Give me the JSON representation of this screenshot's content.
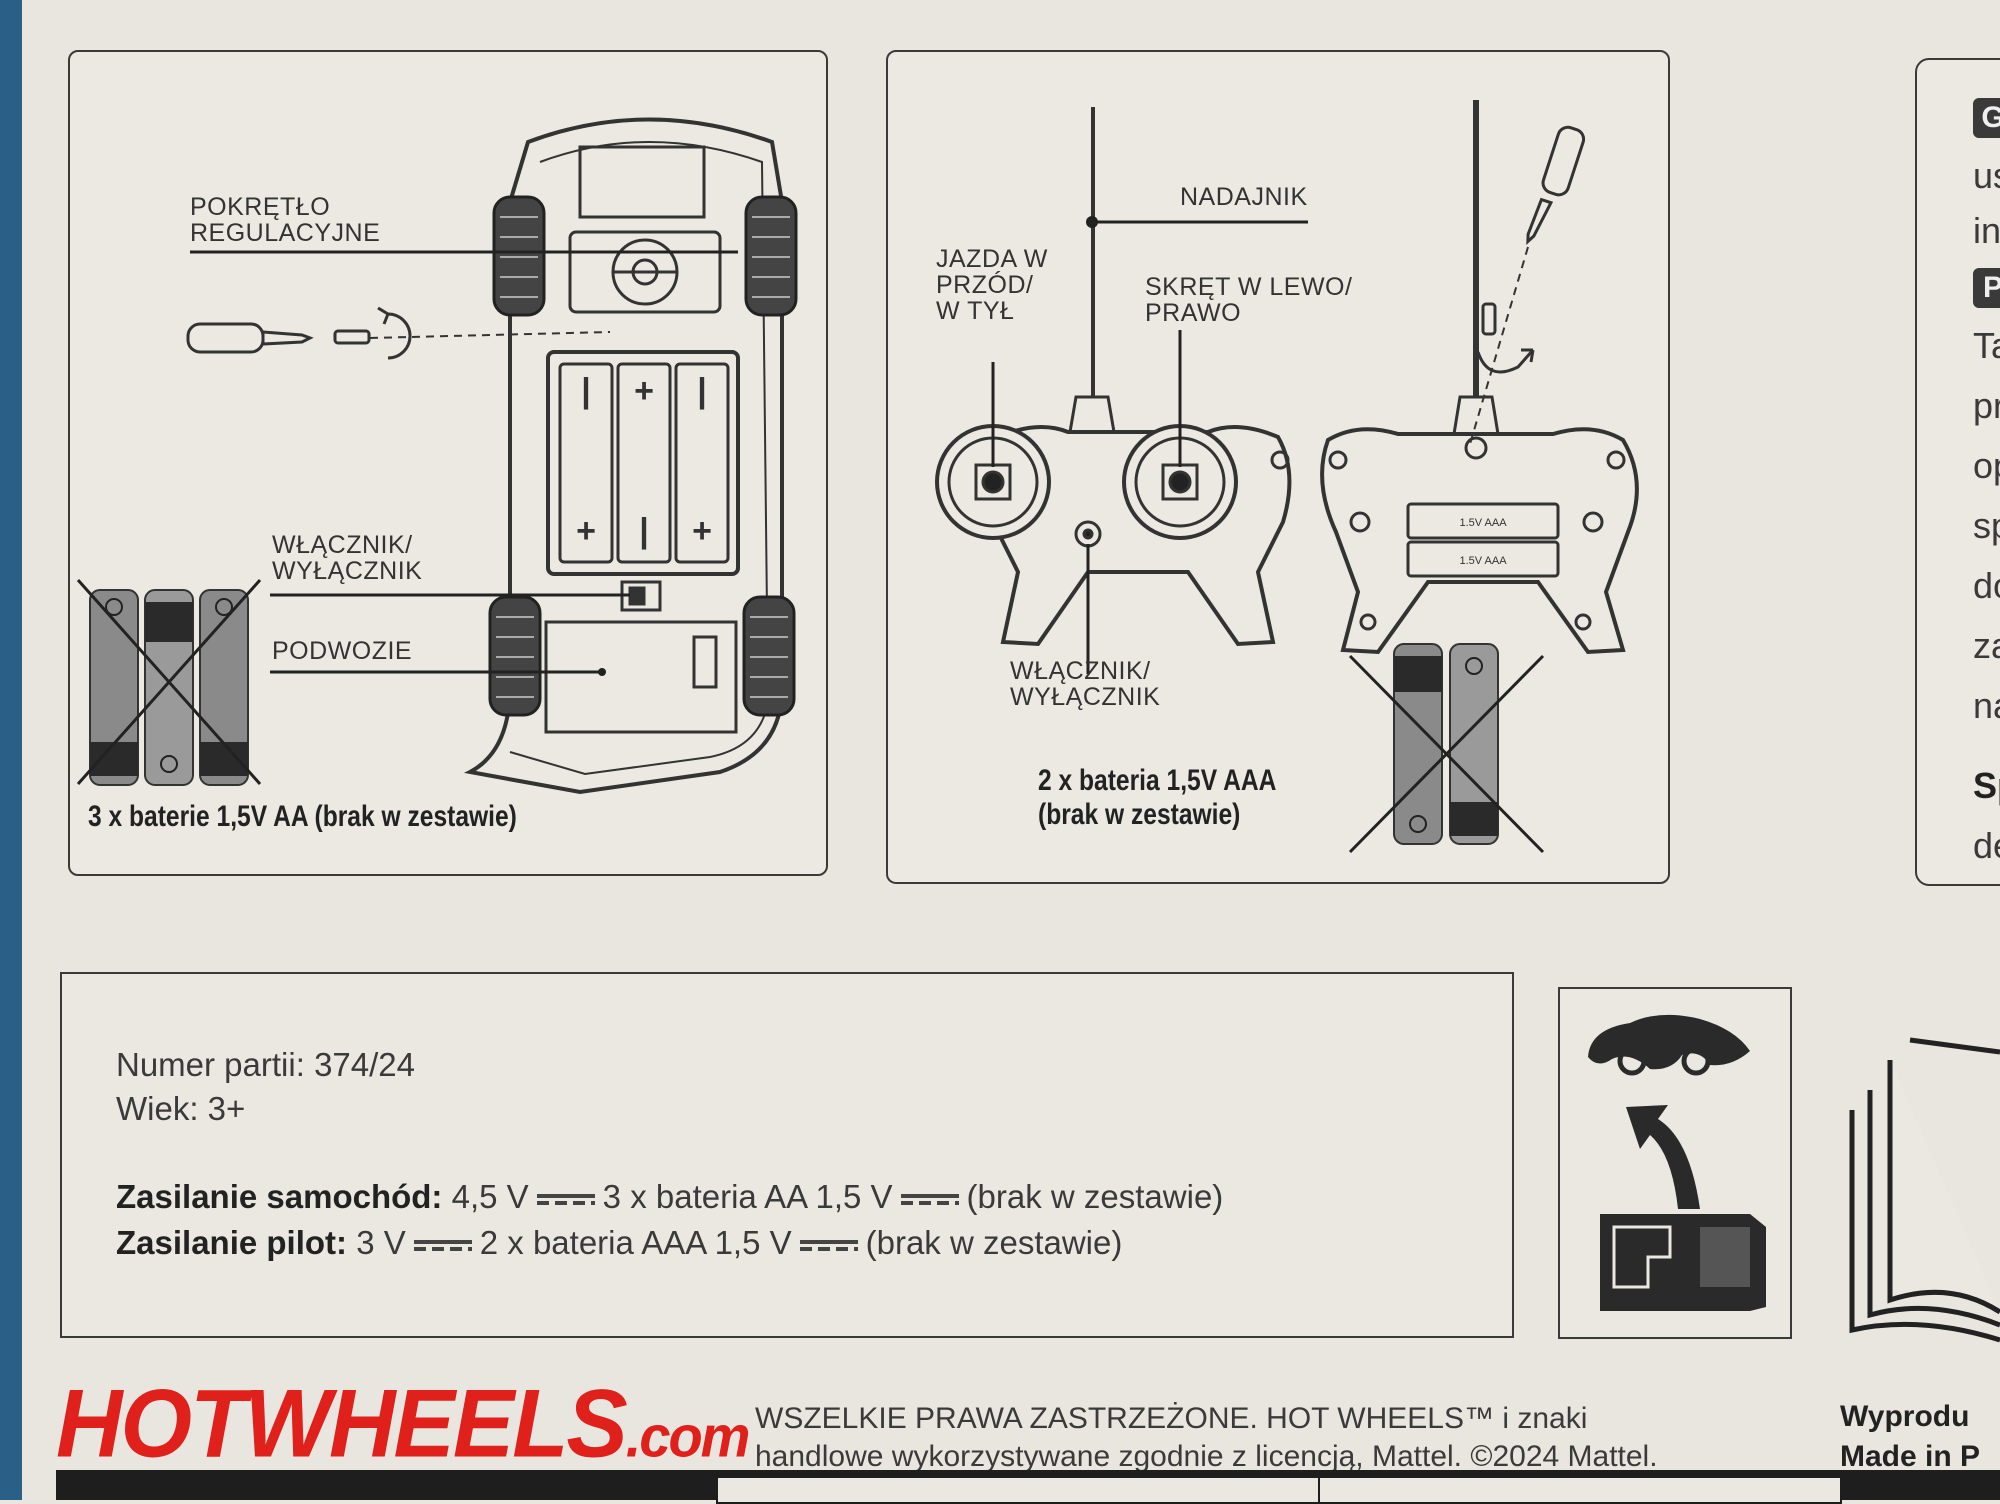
{
  "car_panel": {
    "label_knob": "POKRĘTŁO\nREGULACYJNE",
    "label_switch": "WŁĄCZNIK/\nWYŁĄCZNIK",
    "label_chassis": "PODWOZIE",
    "battery_caption": "3 x baterie 1,5V AA (brak w zestawie)"
  },
  "remote_panel": {
    "label_transmitter": "NADAJNIK",
    "label_forward": "JAZDA W\nPRZÓD/\nW TYŁ",
    "label_turn": "SKRĘT W LEWO/\nPRAWO",
    "label_switch": "WŁĄCZNIK/\nWYŁĄCZNIK",
    "battery_label": "1.5V AAA",
    "battery_caption": "2 x bateria 1,5V AAA\n(brak w zestawie)"
  },
  "right_panel": {
    "badge1": "G",
    "line1": "us",
    "line2": "in",
    "badge2": "P",
    "line3": "Ta",
    "line4": "pr",
    "line5": "op",
    "line6": "sp",
    "line7": "do",
    "line8": "za",
    "line9": "na",
    "line10": "Sp",
    "line11": "de"
  },
  "info": {
    "batch_label": "Numer partii: ",
    "batch_value": "374/24",
    "age_label": "Wiek: ",
    "age_value": "3+",
    "car_power_label": "Zasilanie samochód:",
    "car_power_v": " 4,5 V",
    "car_power_batt": "3 x bateria AA 1,5 V",
    "car_power_note": "(brak w zestawie)",
    "remote_power_label": "Zasilanie pilot:",
    "remote_power_v": " 3 V",
    "remote_power_batt": "2 x bateria AAA 1,5 V",
    "remote_power_note": "(brak w zestawie)"
  },
  "footer": {
    "logo_main": "HOTWHEELS",
    "logo_suffix": ".com",
    "legal_line1": "WSZELKIE PRAWA ZASTRZEŻONE. HOT WHEELS™ i znaki",
    "legal_line2": "handlowe wykorzystywane zgodnie z licencją, Mattel. ©2024 Mattel.",
    "maker_line1": "Wyprodu",
    "maker_line2": "Made in P"
  },
  "colors": {
    "logo_red": "#e0201b",
    "paper": "#e9e6e0",
    "ink": "#2a2a2a",
    "edge_blue": "#2a5f88"
  }
}
